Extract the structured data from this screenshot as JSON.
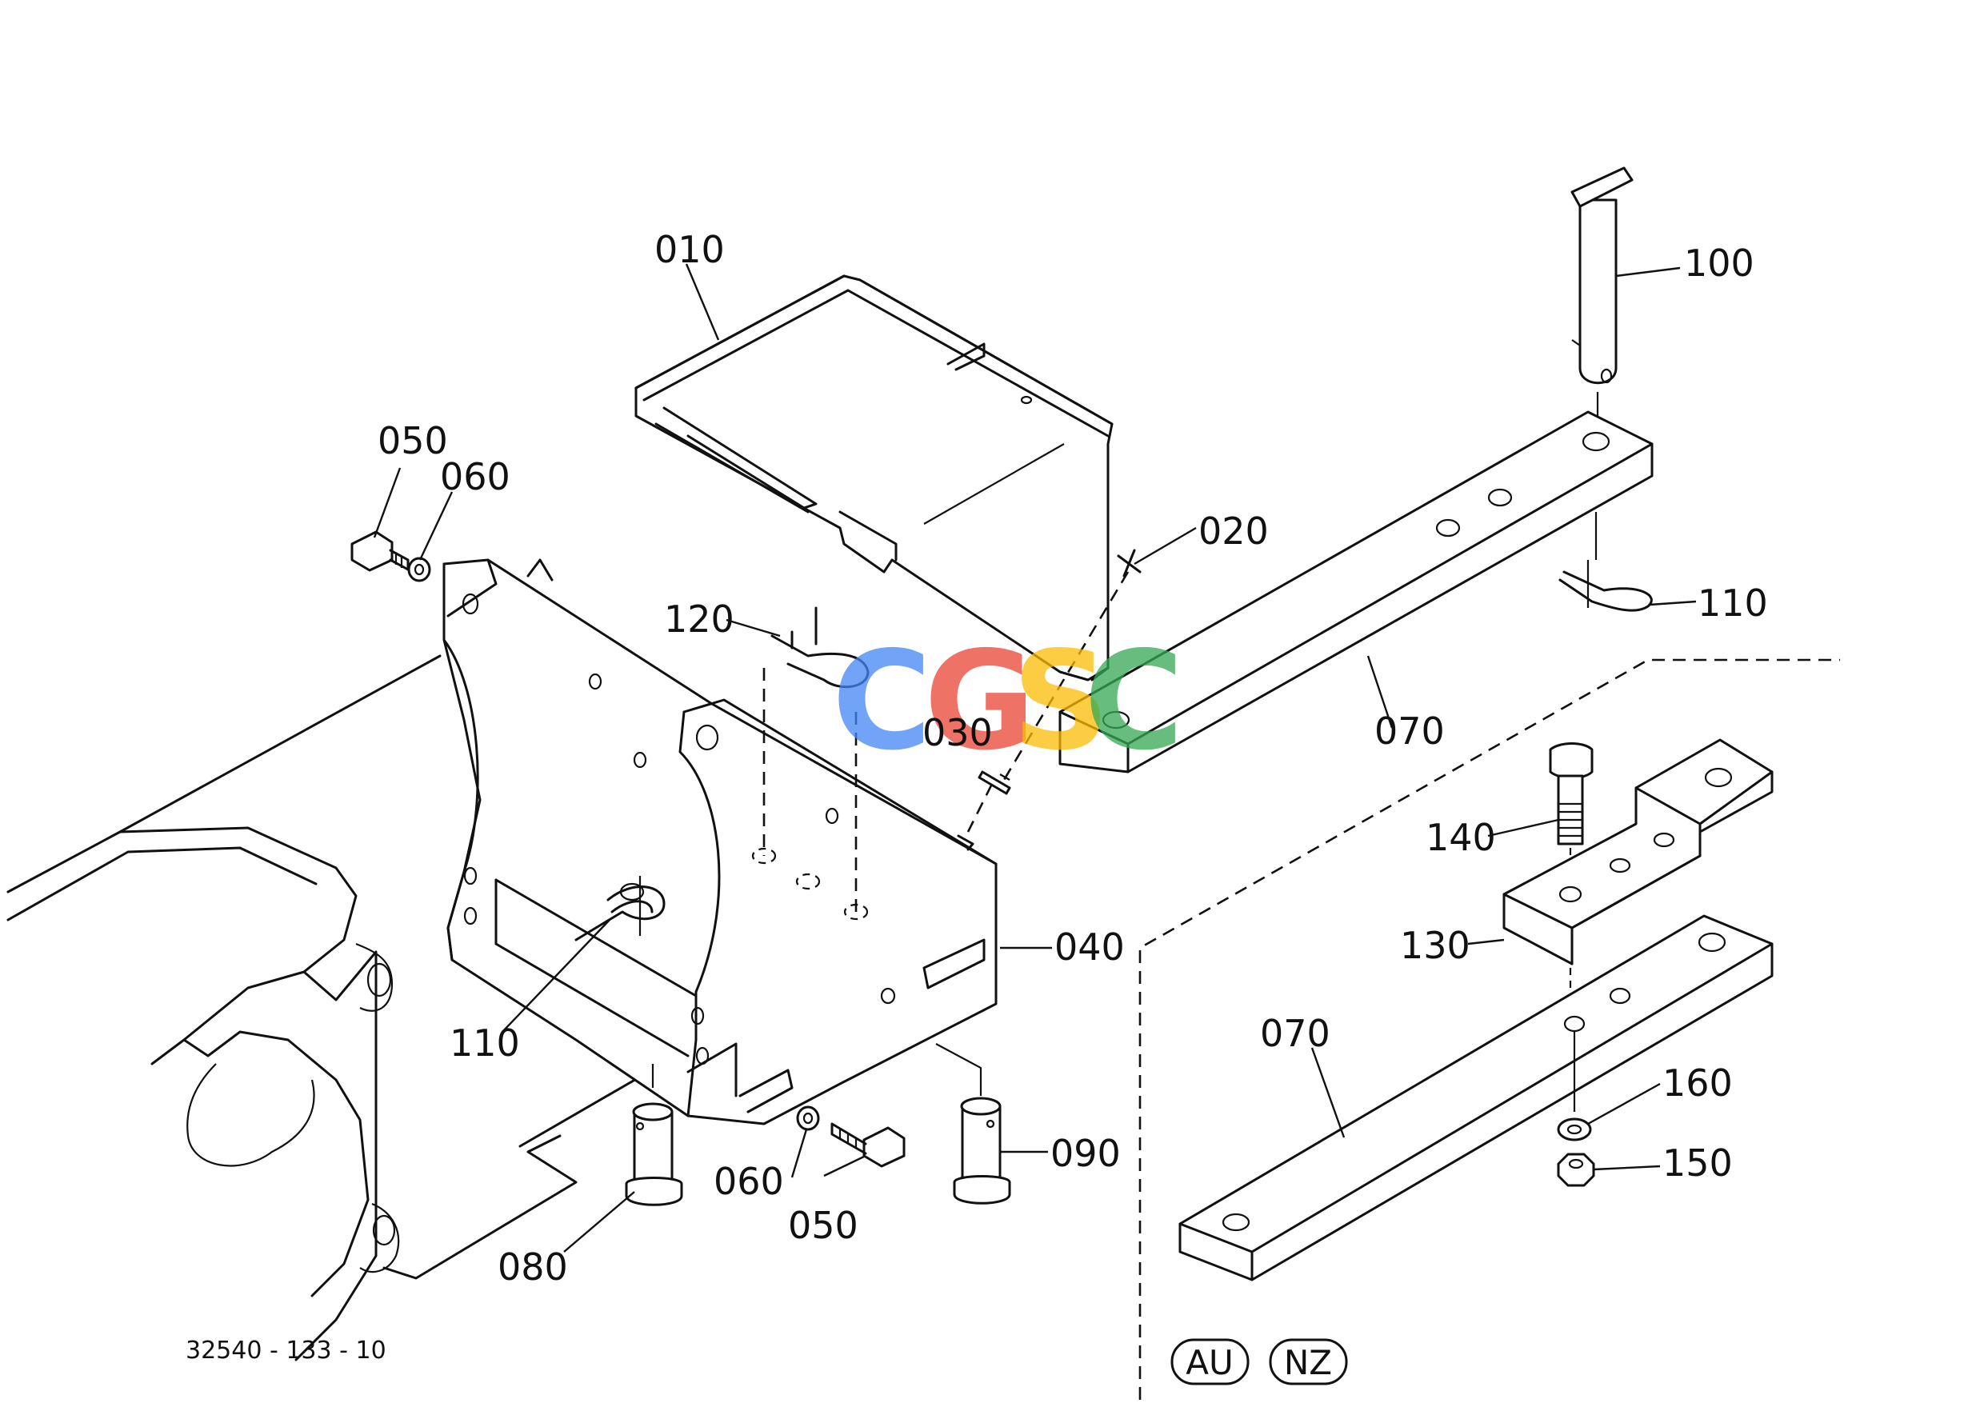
{
  "drawing": {
    "reference_code": "32540 - 133 - 10",
    "watermark": {
      "letters": [
        "C",
        "G",
        "S",
        "C"
      ],
      "colors": [
        "#4285F4",
        "#EA4335",
        "#FBBC05",
        "#34A853"
      ]
    },
    "region_badges": [
      "AU",
      "NZ"
    ],
    "callouts": [
      {
        "id": "c-010",
        "text": "010"
      },
      {
        "id": "c-020",
        "text": "020"
      },
      {
        "id": "c-030",
        "text": "030"
      },
      {
        "id": "c-040",
        "text": "040"
      },
      {
        "id": "c-050a",
        "text": "050"
      },
      {
        "id": "c-060a",
        "text": "060"
      },
      {
        "id": "c-050b",
        "text": "050"
      },
      {
        "id": "c-060b",
        "text": "060"
      },
      {
        "id": "c-070a",
        "text": "070"
      },
      {
        "id": "c-070b",
        "text": "070"
      },
      {
        "id": "c-080",
        "text": "080"
      },
      {
        "id": "c-090",
        "text": "090"
      },
      {
        "id": "c-100",
        "text": "100"
      },
      {
        "id": "c-110a",
        "text": "110"
      },
      {
        "id": "c-110b",
        "text": "110"
      },
      {
        "id": "c-120",
        "text": "120"
      },
      {
        "id": "c-130",
        "text": "130"
      },
      {
        "id": "c-140",
        "text": "140"
      },
      {
        "id": "c-150",
        "text": "150"
      },
      {
        "id": "c-160",
        "text": "160"
      }
    ]
  }
}
